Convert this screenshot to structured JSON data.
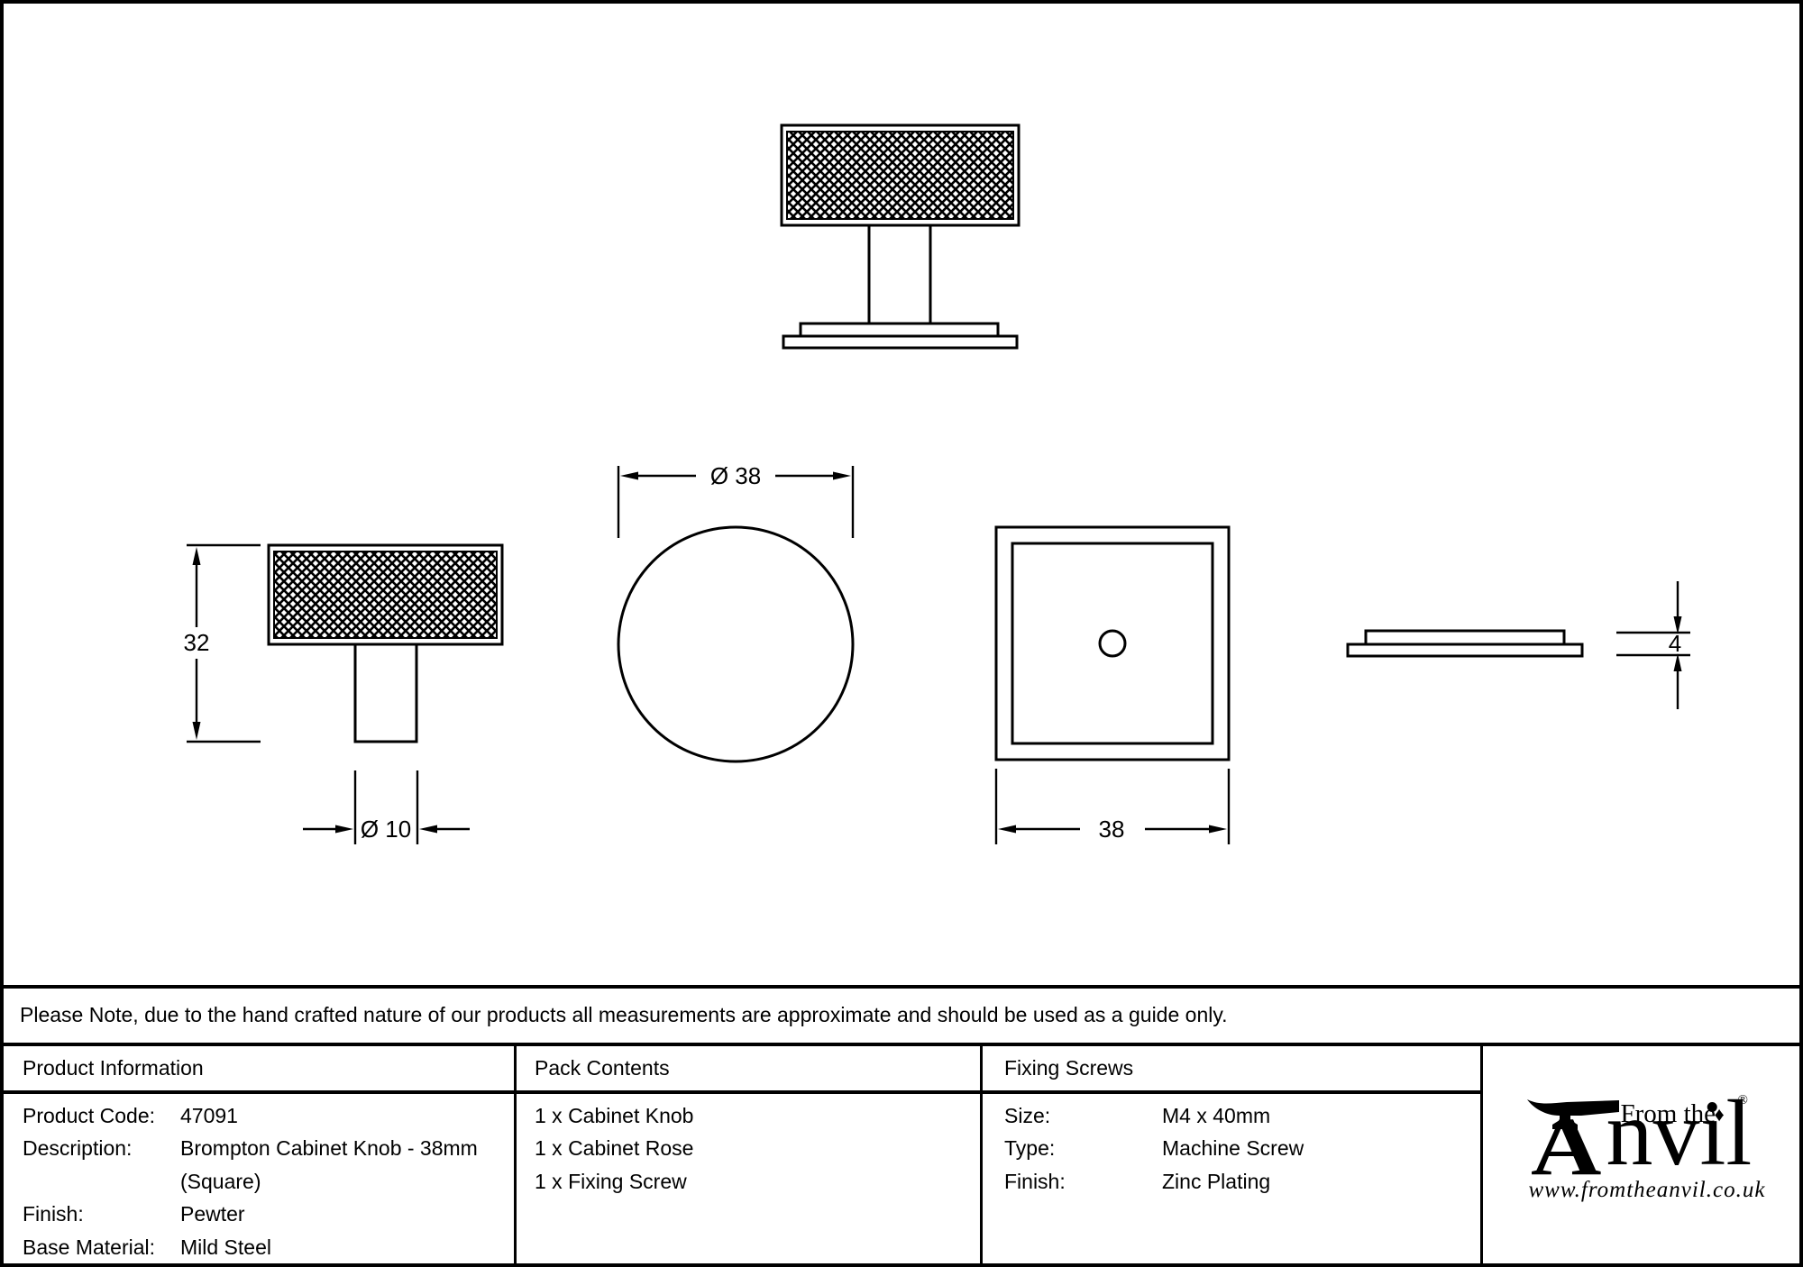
{
  "drawing": {
    "dim_overall_height": "32",
    "dim_stem_diameter": "Ø 10",
    "dim_knob_diameter": "Ø 38",
    "dim_rose_width": "38",
    "dim_rose_thickness": "4"
  },
  "note": "Please Note, due to the hand crafted nature of our products all measurements are approximate and should be used as a guide only.",
  "table": {
    "product_information": {
      "header": "Product Information",
      "rows": [
        {
          "label": "Product Code:",
          "value": "47091"
        },
        {
          "label": "Description:",
          "value": "Brompton Cabinet Knob - 38mm"
        },
        {
          "label": "",
          "value": "(Square)"
        },
        {
          "label": "Finish:",
          "value": "Pewter"
        },
        {
          "label": "Base Material:",
          "value": "Mild Steel"
        }
      ]
    },
    "pack_contents": {
      "header": "Pack Contents",
      "items": [
        "1 x Cabinet Knob",
        "1 x Cabinet Rose",
        "1 x Fixing Screw"
      ]
    },
    "fixing_screws": {
      "header": "Fixing Screws",
      "rows": [
        {
          "label": "Size:",
          "value": "M4 x 40mm"
        },
        {
          "label": "Type:",
          "value": "Machine Screw"
        },
        {
          "label": "Finish:",
          "value": "Zinc Plating"
        }
      ]
    }
  },
  "logo": {
    "from_the": "From the",
    "anvil_a": "A",
    "anvil_rest": "nvil",
    "diamond": "♦",
    "registered": "®",
    "website": "www.fromtheanvil.co.uk"
  },
  "colors": {
    "ink": "#000000",
    "background": "#ffffff"
  }
}
